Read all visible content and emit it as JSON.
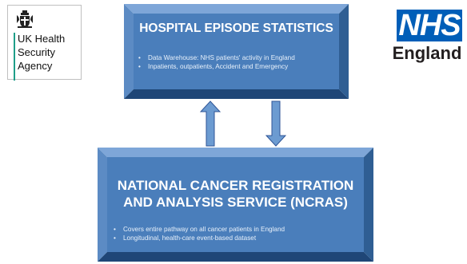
{
  "logos": {
    "ukhsa": {
      "lines": [
        "UK Health",
        "Security",
        "Agency"
      ]
    },
    "nhs": {
      "mark": "NHS",
      "region": "England"
    }
  },
  "boxes": {
    "hes": {
      "title": "HOSPITAL EPISODE STATISTICS",
      "bullets": [
        "Data Warehouse: NHS patients' activity in England",
        "Inpatients, outpatients, Accident and Emergency"
      ]
    },
    "ncras": {
      "title_lines": [
        "NATIONAL CANCER REGISTRATION",
        "AND ANALYSIS SERVICE (NCRAS)"
      ],
      "bullets": [
        "Covers entire pathway on all cancer patients in England",
        "Longitudinal, health-care event-based dataset"
      ]
    }
  },
  "colors": {
    "box_fill": "#4a7ebb",
    "box_top": "#7ea6d8",
    "box_side": "#2f5e93",
    "box_bottom": "#1f4677",
    "arrow_fill": "#6c9bd1",
    "arrow_stroke": "#2f5597",
    "ukhsa_accent": "#1f9e89",
    "nhs_blue": "#005eb8"
  }
}
